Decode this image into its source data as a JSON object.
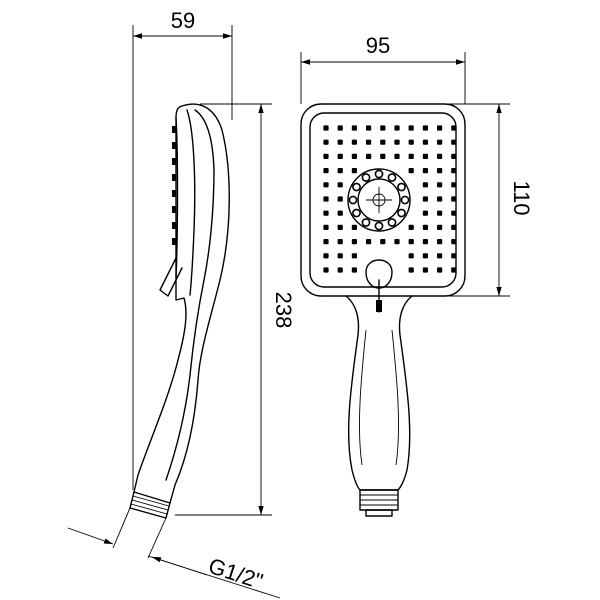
{
  "dimensions": {
    "side_width": "59",
    "front_width": "95",
    "head_height": "110",
    "total_length": "238",
    "thread": "G1/2\""
  }
}
